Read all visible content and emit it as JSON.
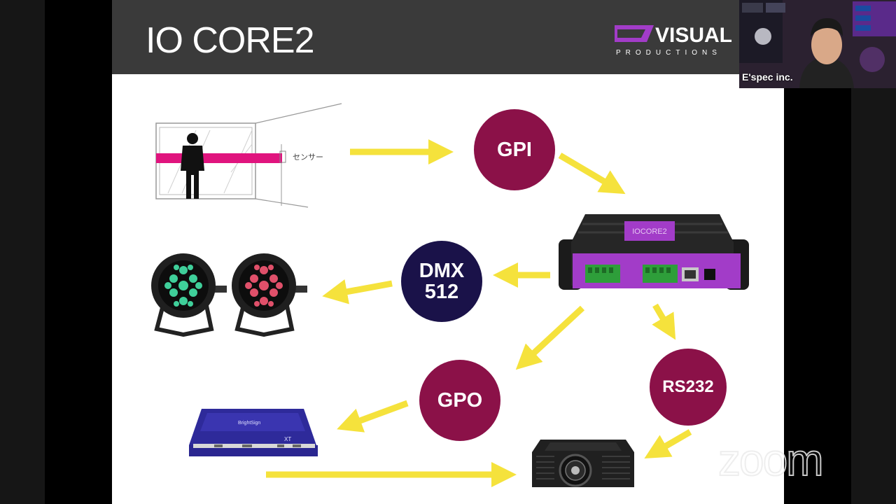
{
  "slide": {
    "title": "IO CORE2",
    "logo_text": "VISUAL",
    "logo_sub": "PRODUCTIONS",
    "sensor_label": "センサー",
    "controller_label": "IOCORE2",
    "player_brand": "BrightSign",
    "player_model": "XT",
    "nodes": {
      "gpi": "GPI",
      "dmx_line1": "DMX",
      "dmx_line2": "512",
      "gpo": "GPO",
      "rs232": "RS232"
    }
  },
  "participant": {
    "name": "E'spec inc."
  },
  "watermark": "zoom",
  "colors": {
    "arrow": "#f5e23c",
    "node_maroon": "#8b1148",
    "node_navy": "#1a1249",
    "controller_purple": "#a23cc8",
    "header_bg": "#3a3a3a"
  }
}
